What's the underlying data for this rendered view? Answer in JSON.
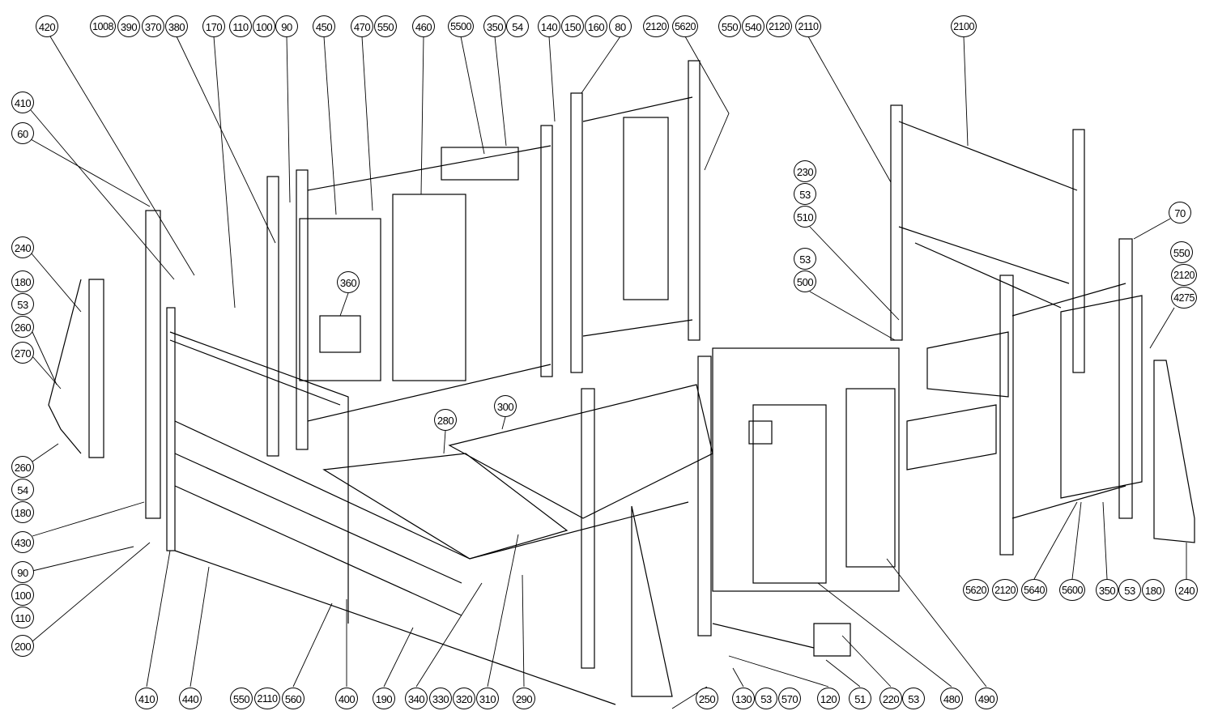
{
  "title": "Exploded assembly drawing with item balloons",
  "colors": {
    "line": "#000000",
    "background": "#ffffff"
  },
  "balloons": {
    "top": [
      "420",
      "1008",
      "390",
      "370",
      "380",
      "170",
      "110",
      "100",
      "90",
      "450",
      "470",
      "550",
      "460",
      "5500",
      "350",
      "54",
      "140",
      "150",
      "160",
      "80",
      "2120",
      "5620",
      "550",
      "540",
      "2120",
      "2110",
      "2100"
    ],
    "left": [
      "410",
      "60",
      "240",
      "180",
      "53",
      "260",
      "270",
      "260",
      "54",
      "180",
      "430",
      "90",
      "100",
      "110",
      "200"
    ],
    "bottom": [
      "410",
      "440",
      "550",
      "2110",
      "560",
      "400",
      "190",
      "340",
      "330",
      "320",
      "310",
      "290",
      "250",
      "130",
      "53",
      "570",
      "120",
      "51",
      "220",
      "53",
      "480",
      "490"
    ],
    "middle": [
      "360",
      "280",
      "300",
      "230",
      "53",
      "510",
      "53",
      "500"
    ],
    "right": [
      "70",
      "550",
      "2120",
      "4275",
      "5620",
      "2120",
      "5640",
      "5600",
      "350",
      "53",
      "180",
      "240"
    ]
  }
}
